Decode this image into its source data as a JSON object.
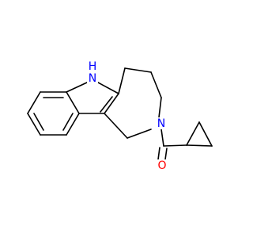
{
  "molecule": {
    "atoms": {
      "nh": {
        "text": "N",
        "color": "#0000ff"
      },
      "nh_h": {
        "text": "H",
        "color": "#0000ff"
      },
      "n_ring": {
        "text": "N",
        "color": "#0000ff"
      },
      "o_carbonyl": {
        "text": "O",
        "color": "#ff0000"
      }
    }
  }
}
